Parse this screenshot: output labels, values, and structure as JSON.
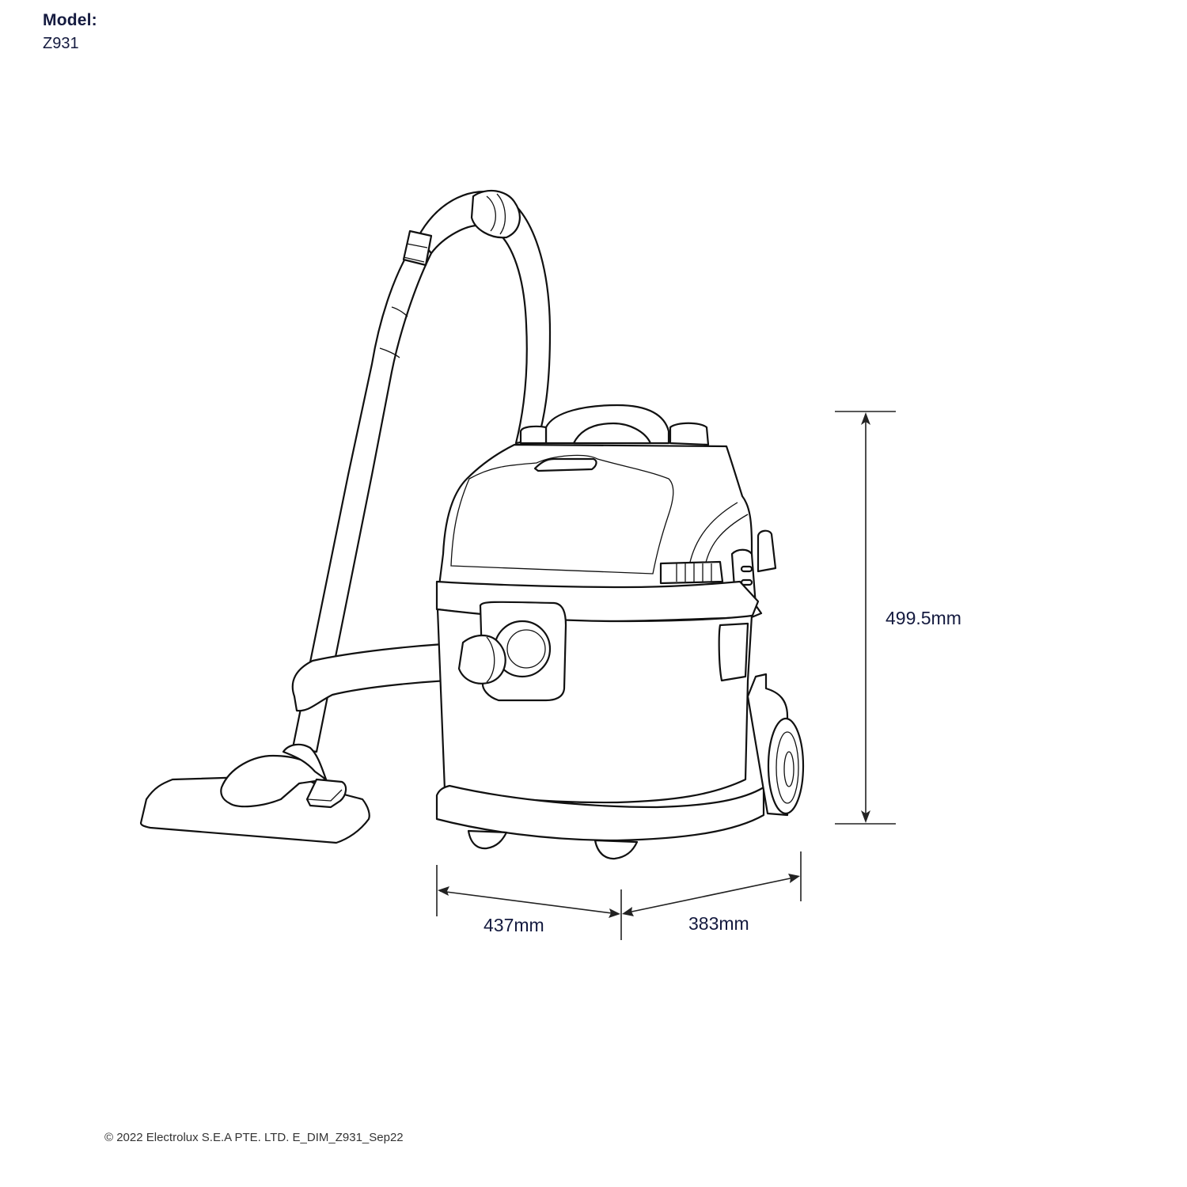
{
  "header": {
    "model_label": "Model:",
    "model_value": "Z931"
  },
  "dimensions": {
    "height": "499.5mm",
    "width": "437mm",
    "depth": "383mm"
  },
  "product": {
    "illustration": "vacuum-cleaner-line-drawing"
  },
  "footer": {
    "copyright": "© 2022 Electrolux S.E.A PTE. LTD. E_DIM_Z931_Sep22"
  },
  "colors": {
    "text": "#141a3f",
    "line": "#111111",
    "background": "#ffffff"
  }
}
